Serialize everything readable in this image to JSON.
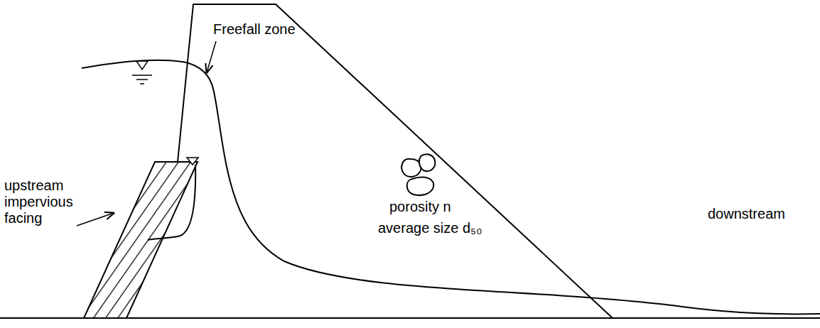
{
  "diagram": {
    "labels": [
      "Freefall zone",
      "upstream impervious facing",
      "porosity n",
      "average size d₅₀",
      "downstream"
    ]
  }
}
